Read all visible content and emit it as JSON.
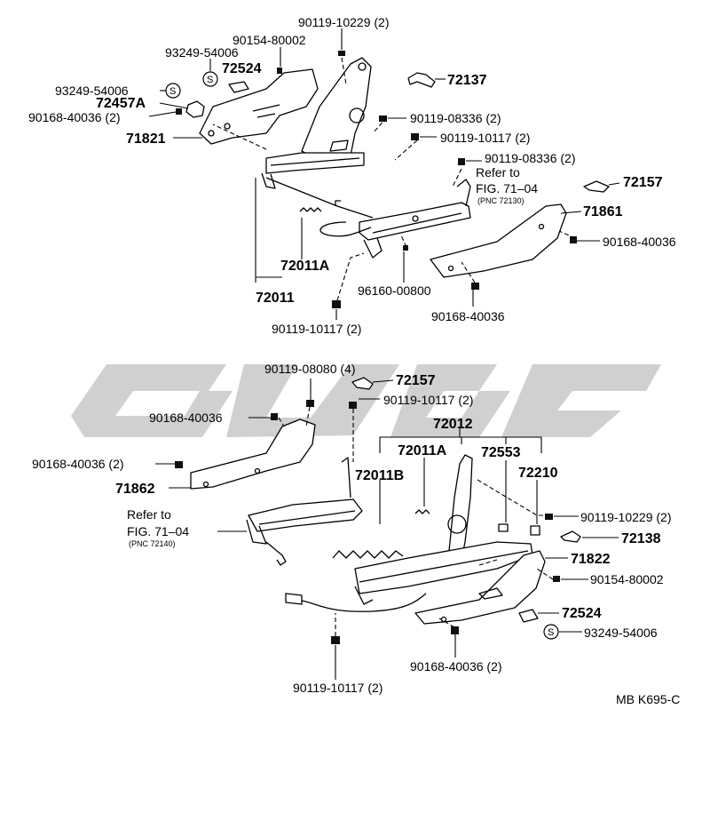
{
  "diagram_code": "MB K695-C",
  "upper_assembly": {
    "labels": {
      "p90119_10229": "90119-10229 (2)",
      "p90154_80002": "90154-80002",
      "p93249_54006_a": "93249-54006",
      "p72524": "72524",
      "p93249_54006_b": "93249-54006",
      "p72457A": "72457A",
      "p90168_40036_2": "90168-40036 (2)",
      "p71821": "71821",
      "p72137": "72137",
      "p90119_08336_a": "90119-08336 (2)",
      "p90119_10117_a": "90119-10117 (2)",
      "p90119_08336_b": "90119-08336 (2)",
      "refer_1": "Refer to",
      "fig_1": "FIG. 71–04",
      "pnc_1": "(PNC 72130)",
      "p72157": "72157",
      "p71861": "71861",
      "p90168_40036_a": "90168-40036",
      "p72011A": "72011A",
      "p72011": "72011",
      "p96160_00800": "96160-00800",
      "p90168_40036_b": "90168-40036",
      "p90119_10117_b": "90119-10117 (2)"
    }
  },
  "lower_assembly": {
    "labels": {
      "p90119_08080": "90119-08080 (4)",
      "p72157": "72157",
      "p90119_10117_a": "90119-10117 (2)",
      "p90168_40036": "90168-40036",
      "p72012": "72012",
      "p72011A": "72011A",
      "p72553": "72553",
      "p90168_40036_2a": "90168-40036 (2)",
      "p72011B": "72011B",
      "p72210": "72210",
      "p71862": "71862",
      "refer_2": "Refer to",
      "fig_2": "FIG. 71–04",
      "pnc_2": "(PNC 72140)",
      "p90119_10229": "90119-10229 (2)",
      "p72138": "72138",
      "p71822": "71822",
      "p90154_80002": "90154-80002",
      "p72524": "72524",
      "p93249_54006": "93249-54006",
      "p90168_40036_2b": "90168-40036 (2)",
      "p90119_10117_b": "90119-10117 (2)"
    }
  },
  "symbols": {
    "s_marker": "S"
  },
  "colors": {
    "line": "#000000",
    "watermark": "#c8c8c8",
    "background": "#ffffff"
  }
}
